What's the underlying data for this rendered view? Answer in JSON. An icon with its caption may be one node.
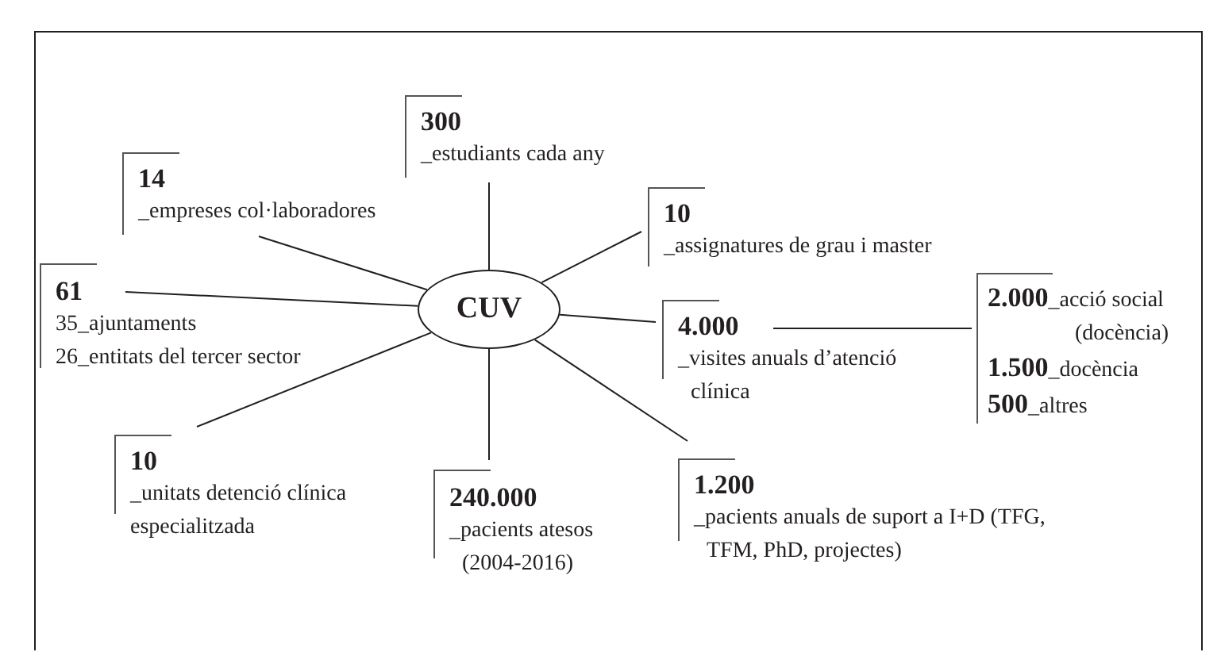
{
  "diagram": {
    "nodes": [
      {
        "text": [
          "300",
          "_estudiants cada any"
        ]
      },
      {
        "text": [
          "14",
          "_empreses col·laboradores"
        ]
      },
      {
        "text": [
          "10",
          "_assignatures de grau i master"
        ]
      },
      {
        "text": [
          "61",
          "35_ajuntaments",
          "26_entitats del tercer sector"
        ]
      },
      {
        "text": [
          "CUV"
        ]
      },
      {
        "text": [
          "4.000",
          "_visites anuals d’atenció clínica"
        ]
      },
      {
        "text": [
          "**2.000**_acció social (docència)",
          "**1.500**_docència",
          "**500**_altres"
        ]
      },
      {
        "text": [
          "10",
          "_unitats detenció clínica especialitzada"
        ]
      },
      {
        "text": [
          "240.000",
          "_pacients atesos (2004-2016)"
        ]
      },
      {
        "text": [
          "1.200",
          "_pacients anuals de suport a I+D (TFG, TFM, PhD, projectes)"
        ]
      }
    ],
    "edges": [
      {
        "from": 4,
        "to": 0,
        "arrow": "none"
      },
      {
        "from": 4,
        "to": 1,
        "arrow": "none"
      },
      {
        "from": 4,
        "to": 2,
        "arrow": "none"
      },
      {
        "from": 4,
        "to": 3,
        "arrow": "none"
      },
      {
        "from": 4,
        "to": 5,
        "arrow": "none"
      },
      {
        "from": 4,
        "to": 7,
        "arrow": "none"
      },
      {
        "from": 4,
        "to": 8,
        "arrow": "none"
      },
      {
        "from": 4,
        "to": 9,
        "arrow": "none"
      },
      {
        "from": 5,
        "to": 6,
        "arrow": "none"
      }
    ]
  }
}
